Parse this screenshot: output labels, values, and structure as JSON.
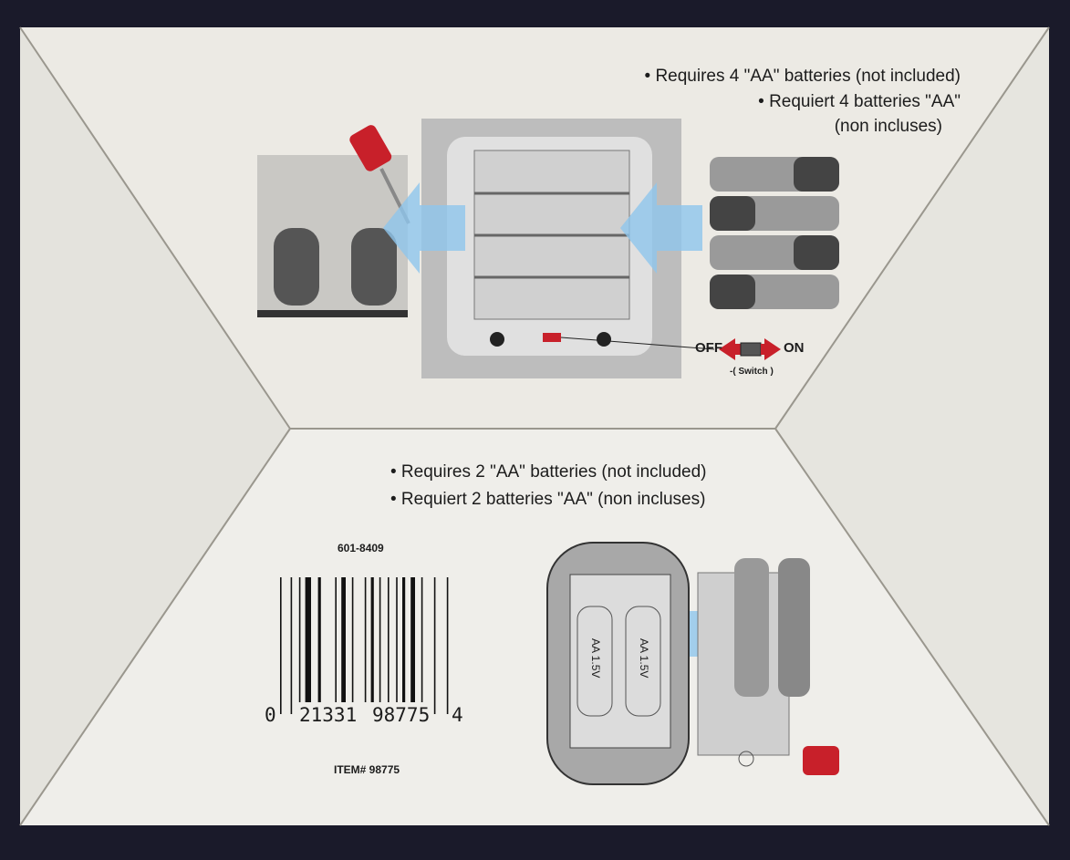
{
  "top_panel": {
    "lines": [
      "• Requires 4 \"AA\" batteries (not included)",
      "• Requiert 4 batteries \"AA\"",
      "(non incluses)"
    ],
    "switch": {
      "off_label": "OFF",
      "on_label": "ON",
      "caption": "-( Switch )"
    },
    "battery_count": 4
  },
  "bottom_panel": {
    "lines": [
      "• Requires 2 \"AA\" batteries (not included)",
      "• Requiert 2 batteries \"AA\" (non incluses)"
    ],
    "code": "601-8409",
    "barcode": {
      "first": "0",
      "left": "21331",
      "right": "98775",
      "last": "4"
    },
    "item": "ITEM# 98775",
    "cell_labels": [
      "AA 1.5V",
      "AA 1.5V"
    ]
  },
  "colors": {
    "frame": "#1a1a2a",
    "panel": "#ecebe6",
    "accent_red": "#c8202a",
    "arrow_blue": "#8ec6ec"
  }
}
